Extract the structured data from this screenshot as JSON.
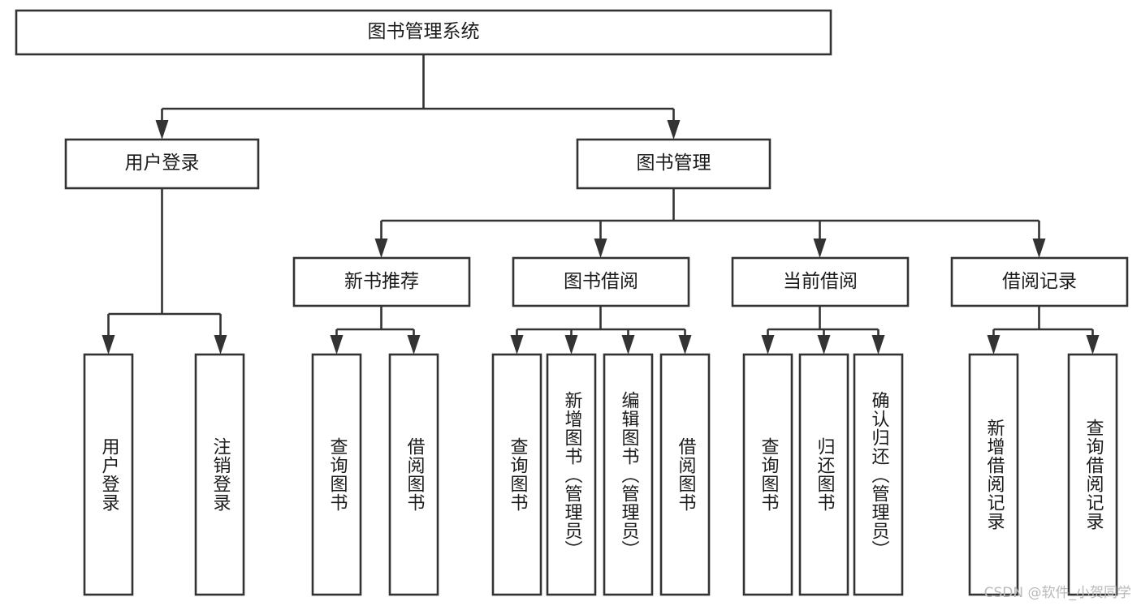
{
  "diagram": {
    "type": "tree-hierarchy",
    "title": "图书管理系统",
    "orientation": "top-down",
    "colors": {
      "stroke": "#333333",
      "box_fill": "#ffffff",
      "text": "#1b1b1b",
      "background": "#ffffff",
      "watermark": "#b9b9b9"
    },
    "nodes": {
      "root": {
        "label": "图书管理系统"
      },
      "level2": [
        {
          "label": "用户登录"
        },
        {
          "label": "图书管理"
        }
      ],
      "level3": [
        {
          "label": "新书推荐"
        },
        {
          "label": "图书借阅"
        },
        {
          "label": "当前借阅"
        },
        {
          "label": "借阅记录"
        }
      ],
      "leaves": [
        {
          "label": "用户登录",
          "parent": "用户登录"
        },
        {
          "label": "注销登录",
          "parent": "用户登录"
        },
        {
          "label": "查询图书",
          "parent": "新书推荐"
        },
        {
          "label": "借阅图书",
          "parent": "新书推荐"
        },
        {
          "label": "查询图书",
          "parent": "图书借阅"
        },
        {
          "label": "新增图书（管理员）",
          "parent": "图书借阅"
        },
        {
          "label": "编辑图书（管理员）",
          "parent": "图书借阅"
        },
        {
          "label": "借阅图书",
          "parent": "图书借阅"
        },
        {
          "label": "查询图书",
          "parent": "当前借阅"
        },
        {
          "label": "归还图书",
          "parent": "当前借阅"
        },
        {
          "label": "确认归还（管理员）",
          "parent": "当前借阅"
        },
        {
          "label": "新增借阅记录",
          "parent": "借阅记录"
        },
        {
          "label": "查询借阅记录",
          "parent": "借阅记录"
        }
      ]
    }
  },
  "watermark": {
    "text": "CSDN @软件_小贺同学"
  }
}
